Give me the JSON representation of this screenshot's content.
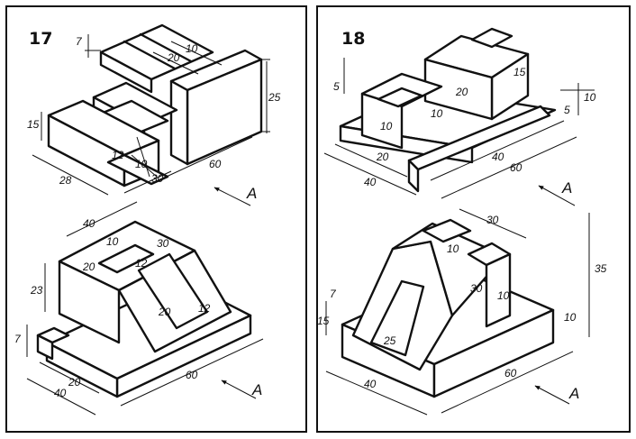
{
  "panels": [
    {
      "number": "17",
      "top_part": {
        "dims": [
          "7",
          "10",
          "20",
          "25",
          "15",
          "12",
          "10",
          "28",
          "30",
          "60"
        ],
        "view": "A"
      },
      "bottom_part": {
        "dims": [
          "40",
          "10",
          "30",
          "20",
          "23",
          "12",
          "20",
          "12",
          "7",
          "20",
          "40",
          "60"
        ],
        "view": "A"
      }
    },
    {
      "number": "18",
      "top_part": {
        "dims": [
          "5",
          "10",
          "10",
          "15",
          "20",
          "20",
          "40",
          "60",
          "40",
          "5",
          "10"
        ],
        "view": "A"
      },
      "bottom_part": {
        "dims": [
          "30",
          "10",
          "30",
          "10",
          "35",
          "15",
          "7",
          "25",
          "40",
          "60",
          "10"
        ],
        "view": "A"
      }
    }
  ]
}
